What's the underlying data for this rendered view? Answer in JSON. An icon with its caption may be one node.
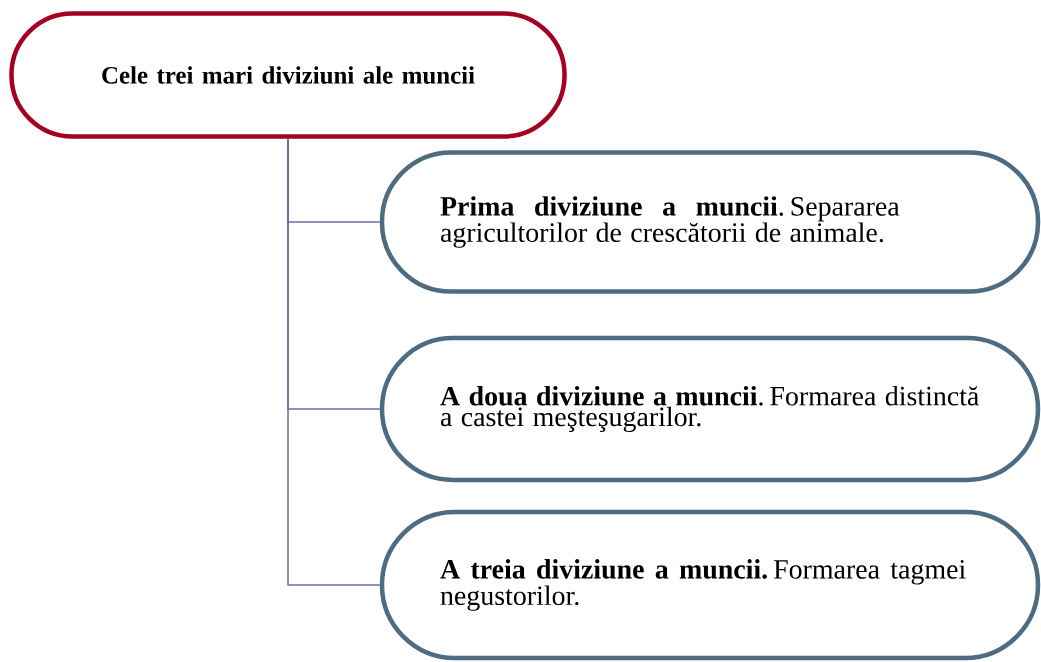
{
  "diagram": {
    "nodes": [
      {
        "text": [
          "Cele trei mari diviziuni ale muncii"
        ]
      },
      {
        "text": [
          "**Prima diviziune a muncii**. Separarea agricultorilor de crescătorii de animale."
        ]
      },
      {
        "text": [
          "**A doua diviziune a muncii**. Formarea distinctă a castei meşteşugarilor."
        ]
      },
      {
        "text": [
          "**A treia diviziune a muncii.** Formarea tagmei negustorilor."
        ]
      }
    ],
    "edges": [
      {
        "from": 0,
        "to": 1,
        "arrow": "none"
      },
      {
        "from": 0,
        "to": 2,
        "arrow": "none"
      },
      {
        "from": 0,
        "to": 3,
        "arrow": "none"
      }
    ]
  }
}
